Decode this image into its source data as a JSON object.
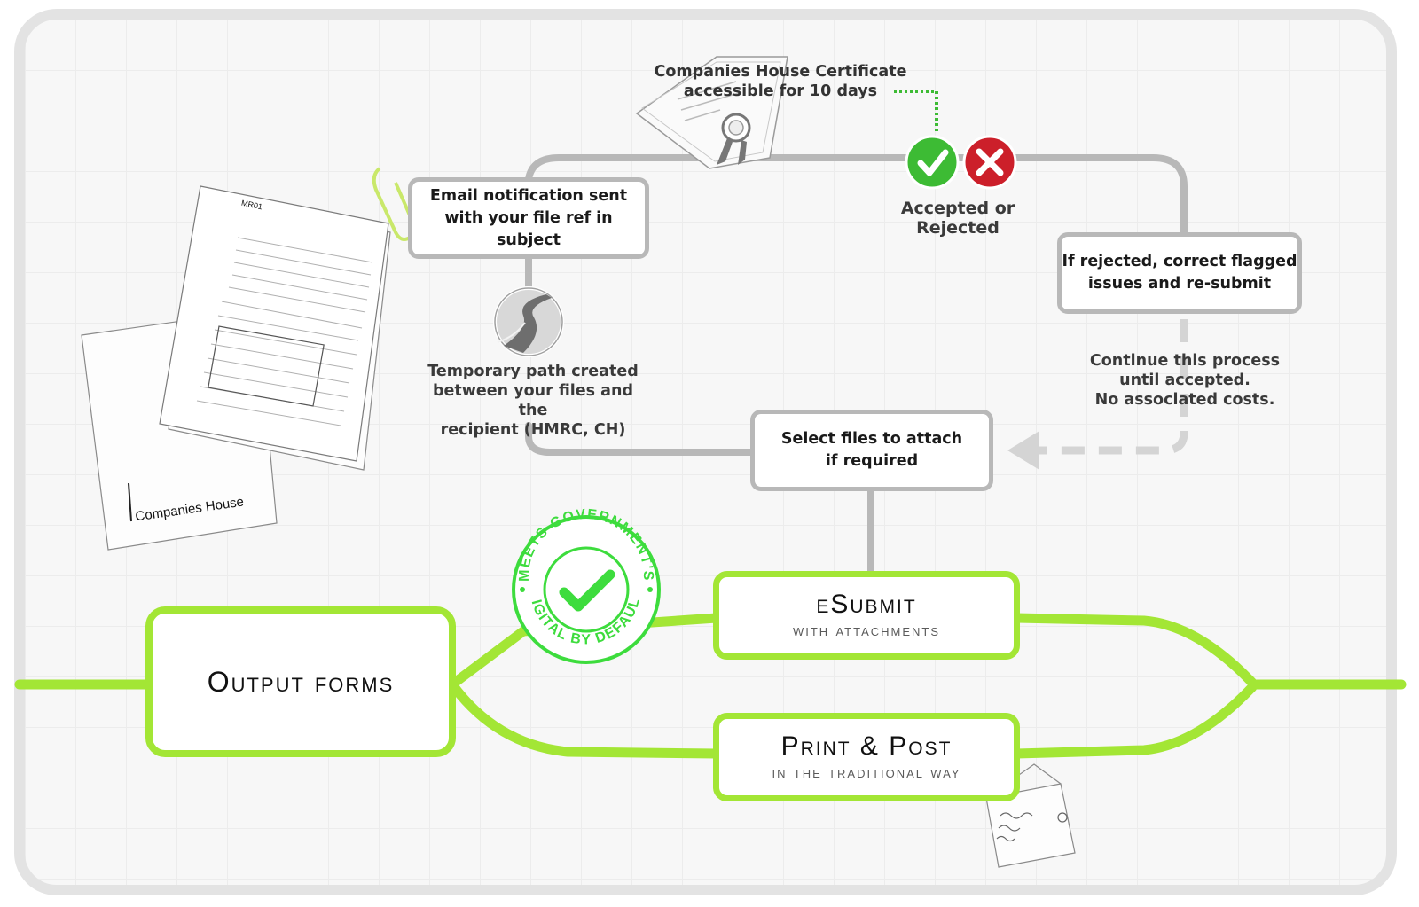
{
  "certificate": {
    "text": "Companies House Certificate\naccessible for 10 days"
  },
  "status": {
    "label": "Accepted or Rejected",
    "accept_color": "#3dbb34",
    "reject_color": "#cc1f2a"
  },
  "email_box": {
    "text": "Email notification sent\nwith your file ref in subject"
  },
  "rejected_box": {
    "text": "If rejected, correct flagged\nissues and re-submit"
  },
  "continue_note": {
    "text": "Continue this process\nuntil accepted.\nNo associated costs."
  },
  "temp_path_note": {
    "text": "Temporary path created\nbetween your files and the\nrecipient (HMRC, CH)"
  },
  "select_box": {
    "text": "Select files to attach\nif required"
  },
  "output_box": {
    "title": "Output forms"
  },
  "esubmit_box": {
    "title": "eSubmit",
    "subtitle": "with attachments"
  },
  "print_box": {
    "title": "Print & Post",
    "subtitle": "in the traditional way"
  },
  "stamp": {
    "top_text": "MEETS GOVERNMENT'S",
    "bottom_text": "DIGITAL BY DEFAULT",
    "color": "#3ddc3d"
  },
  "document": {
    "brand": "Companies House",
    "form_code": "MR01"
  },
  "colors": {
    "lime": "#a3e635",
    "grey_line": "#b8b8b8",
    "grey_box": "#b8b8b8"
  }
}
